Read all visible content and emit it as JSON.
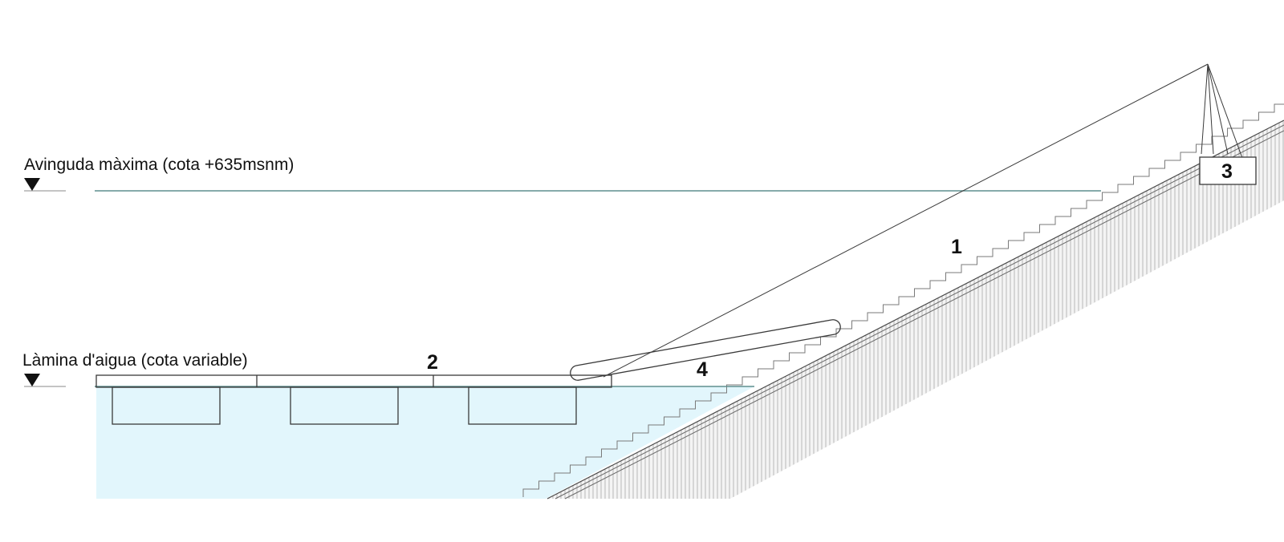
{
  "labels": {
    "max_flood": "Avinguda màxima (cota +635msnm)",
    "water_surface": "Làmina d'aigua (cota variable)"
  },
  "callouts": {
    "n1": "1",
    "n2": "2",
    "n3": "3",
    "n4": "4"
  },
  "colors": {
    "water_fill": "#e2f6fc",
    "water_line": "#5f8f8f",
    "ink": "#3a3a3a",
    "slope_hatch": "#b8b8b8",
    "slope_fill": "#f4f4f4"
  },
  "icons": {
    "level_marker": "down-triangle-icon"
  }
}
